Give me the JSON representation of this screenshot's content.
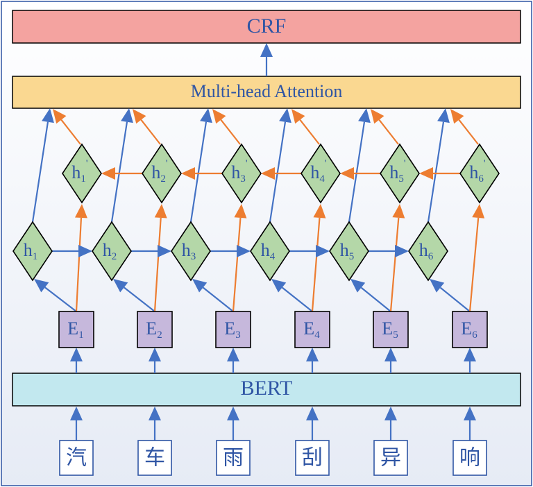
{
  "layers": {
    "crf": "CRF",
    "attention": "Multi-head Attention",
    "bert": "BERT"
  },
  "forward_states": [
    {
      "base": "h",
      "sub": "1"
    },
    {
      "base": "h",
      "sub": "2"
    },
    {
      "base": "h",
      "sub": "3"
    },
    {
      "base": "h",
      "sub": "4"
    },
    {
      "base": "h",
      "sub": "5"
    },
    {
      "base": "h",
      "sub": "6"
    }
  ],
  "backward_states": [
    {
      "base": "h",
      "sub": "1"
    },
    {
      "base": "h",
      "sub": "2"
    },
    {
      "base": "h",
      "sub": "3"
    },
    {
      "base": "h",
      "sub": "4"
    },
    {
      "base": "h",
      "sub": "5"
    },
    {
      "base": "h",
      "sub": "6"
    }
  ],
  "backward_prime": "'",
  "embeddings": [
    {
      "base": "E",
      "sub": "1"
    },
    {
      "base": "E",
      "sub": "2"
    },
    {
      "base": "E",
      "sub": "3"
    },
    {
      "base": "E",
      "sub": "4"
    },
    {
      "base": "E",
      "sub": "5"
    },
    {
      "base": "E",
      "sub": "6"
    }
  ],
  "tokens": [
    "汽",
    "车",
    "雨",
    "刮",
    "异",
    "响"
  ],
  "colors": {
    "crf_fill": "#f4a3a0",
    "attention_fill": "#fad891",
    "bert_fill": "#c2e8ef",
    "node_fill": "#b4d7a8",
    "embed_fill": "#c6b8dc",
    "forward_arrow": "#4472c4",
    "backward_arrow": "#ed7d31",
    "text": "#2f55a4",
    "frame": "#2f55a4"
  }
}
